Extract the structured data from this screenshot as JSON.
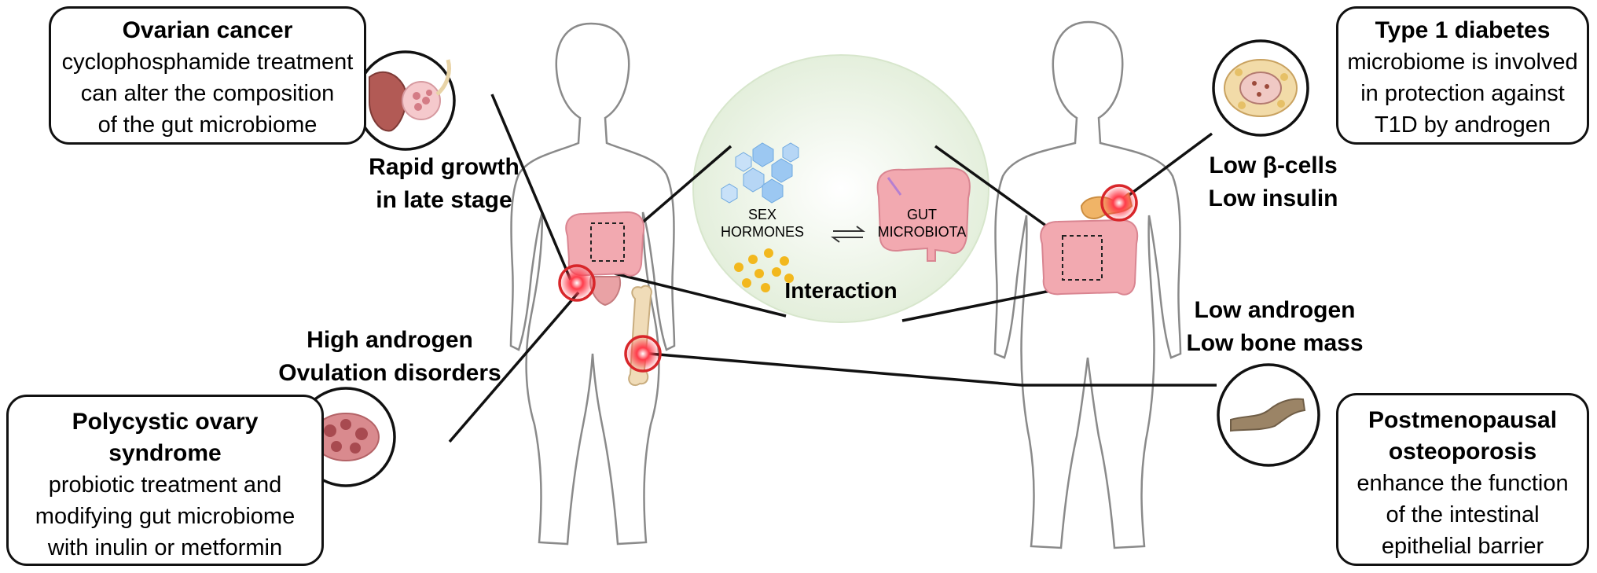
{
  "boxes": {
    "ovarian": {
      "title": "Ovarian cancer",
      "lines": [
        "cyclophosphamide treatment",
        "can alter the composition",
        "of the gut microbiome"
      ]
    },
    "pcos": {
      "title_lines": [
        "Polycystic ovary",
        "syndrome"
      ],
      "lines": [
        "probiotic treatment and",
        "modifying gut microbiome",
        "with inulin or metformin"
      ]
    },
    "t1d": {
      "title": "Type 1 diabetes",
      "lines": [
        "microbiome is involved",
        "in protection against",
        "T1D by androgen"
      ]
    },
    "osteo": {
      "title_lines": [
        "Postmenopausal",
        "osteoporosis"
      ],
      "lines": [
        "enhance the function",
        "of the intestinal",
        "epithelial barrier"
      ]
    }
  },
  "labels": {
    "rapid": [
      "Rapid growth",
      "in late stage"
    ],
    "high_androgen": [
      "High androgen",
      "Ovulation disorders"
    ],
    "low_beta": [
      "Low β-cells",
      "Low insulin"
    ],
    "low_androgen": [
      "Low androgen",
      "Low bone mass"
    ]
  },
  "center": {
    "sex_hormones": [
      "SEX",
      "HORMONES"
    ],
    "gut_microbiota": [
      "GUT",
      "MICROBIOTA"
    ],
    "interaction": "Interaction"
  },
  "colors": {
    "outline": "#111111",
    "body_stroke": "#8a8a8a",
    "highlight_ring": "#d8262a",
    "hormone_blue": "#9cc8f2",
    "hormone_yellow": "#f2b81e",
    "gut_pink": "#f2a9b0",
    "oval_fill": "#eef5e8",
    "bone": "#f0dcb8"
  }
}
